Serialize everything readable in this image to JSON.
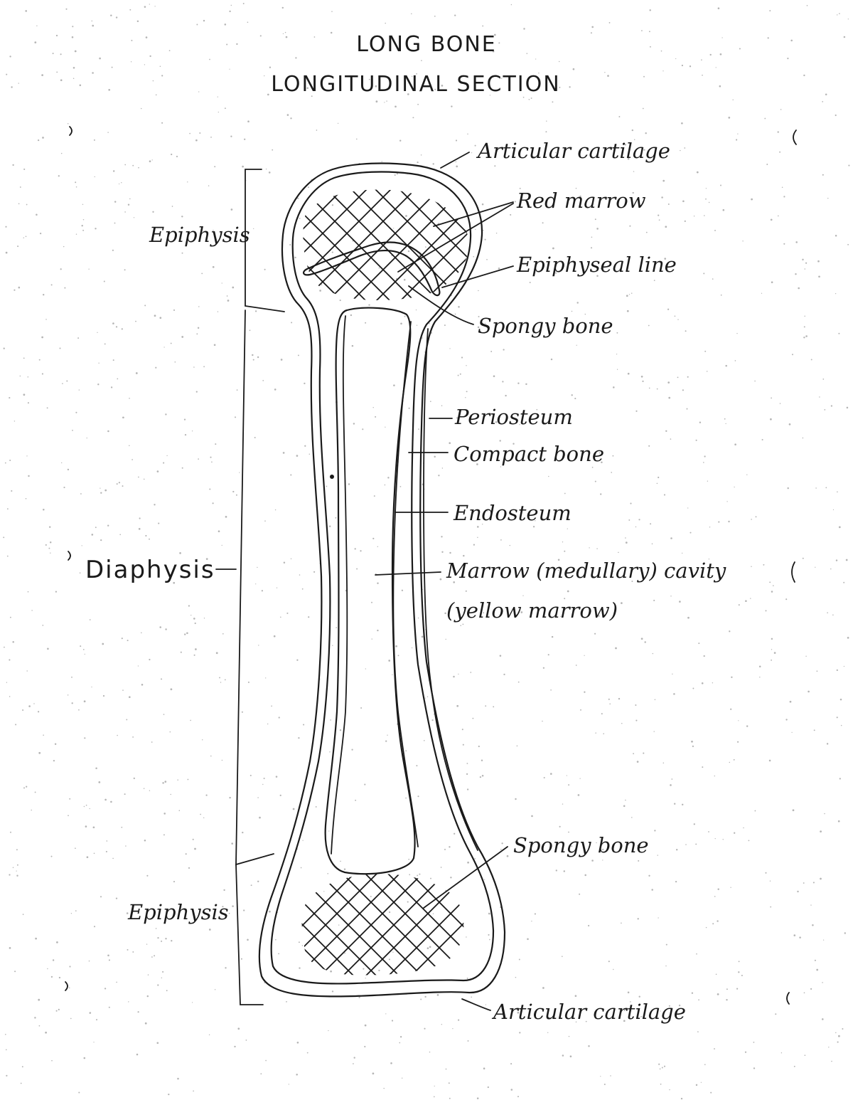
{
  "title": {
    "line1": "LONG BONE",
    "line2": "LONGITUDINAL SECTION"
  },
  "labels": {
    "articular_cartilage_top": "Articular cartilage",
    "red_marrow": "Red marrow",
    "epiphyseal_line": "Epiphyseal line",
    "spongy_bone_top": "Spongy bone",
    "periosteum": "Periosteum",
    "compact_bone": "Compact bone",
    "endosteum": "Endosteum",
    "marrow_cavity": "Marrow (medullary) cavity",
    "yellow_marrow": "(yellow marrow)",
    "spongy_bone_bottom": "Spongy bone",
    "articular_cartilage_bottom": "Articular cartilage"
  },
  "regions": {
    "epiphysis_top": "Epiphysis",
    "diaphysis": "Diaphysis",
    "epiphysis_bottom": "Epiphysis"
  },
  "colors": {
    "ink": "#1a1a1a",
    "paper": "#ffffff",
    "paper_dots": "#b5b5b5"
  }
}
